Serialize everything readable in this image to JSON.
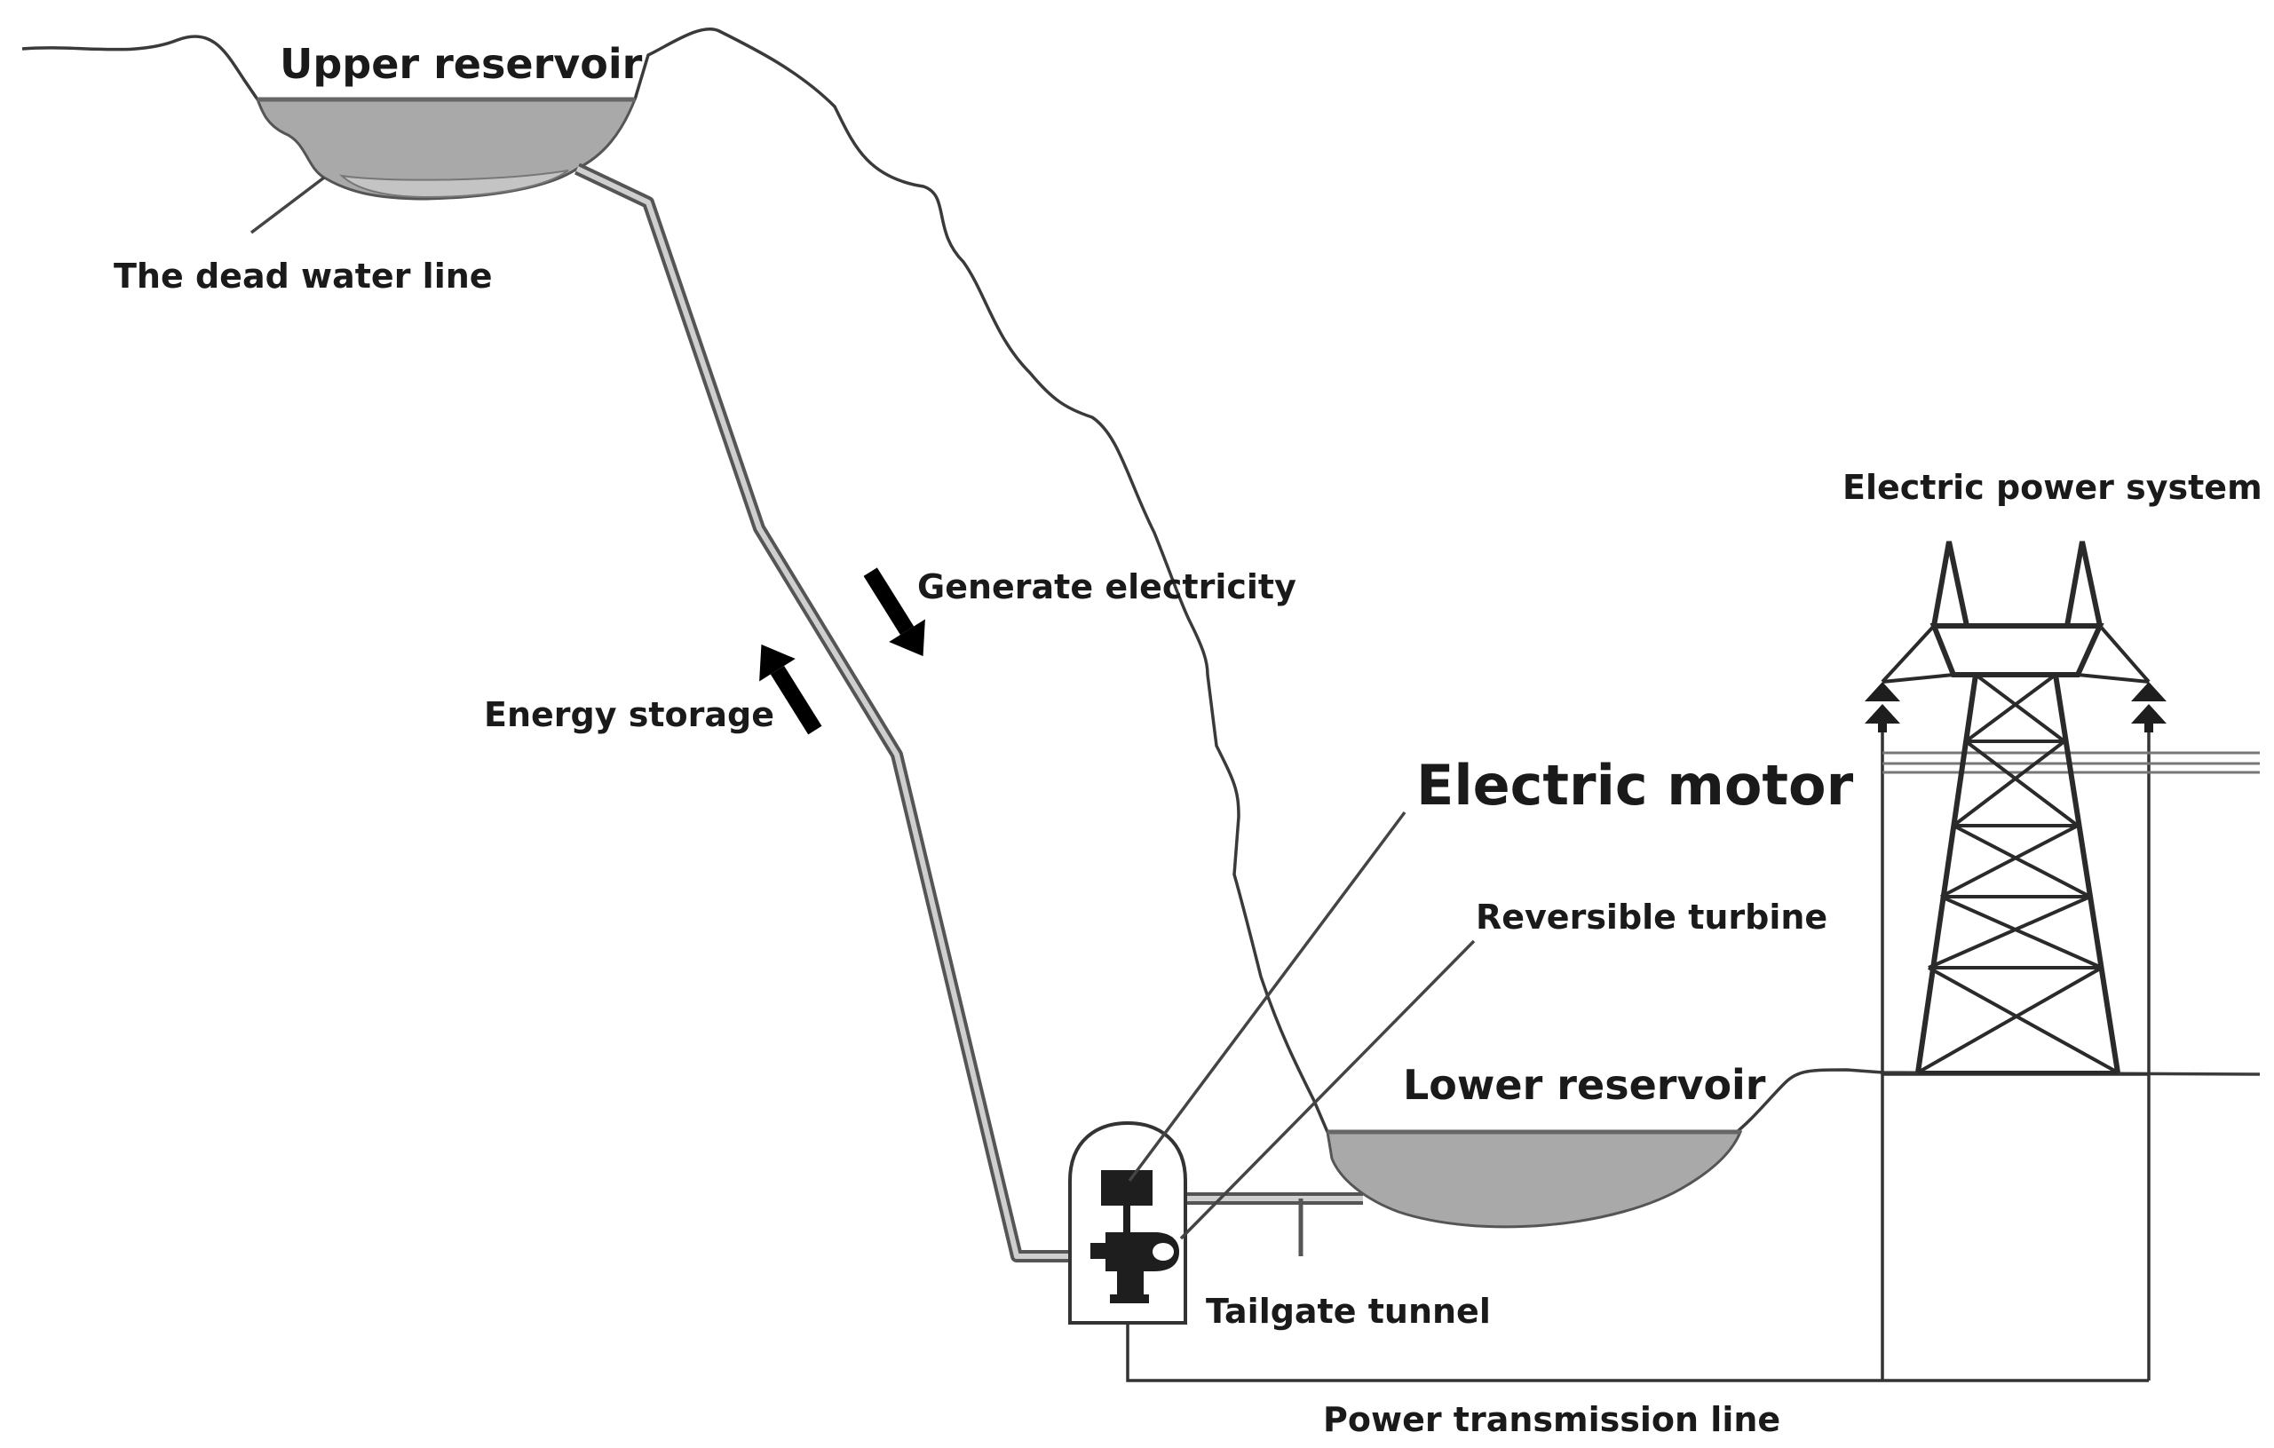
{
  "labels": {
    "upper_reservoir": "Upper reservoir",
    "dead_water_line": "The dead water line",
    "generate_electricity": "Generate electricity",
    "energy_storage": "Energy storage",
    "electric_motor": "Electric motor",
    "reversible_turbine": "Reversible turbine",
    "lower_reservoir": "Lower reservoir",
    "tailgate_tunnel": "Tailgate tunnel",
    "power_transmission_line": "Power transmission line",
    "electric_power_system": "Electric power system"
  },
  "colors": {
    "water": "#a9a9a9",
    "line": "#3a3a3a",
    "arrow": "#000000"
  }
}
